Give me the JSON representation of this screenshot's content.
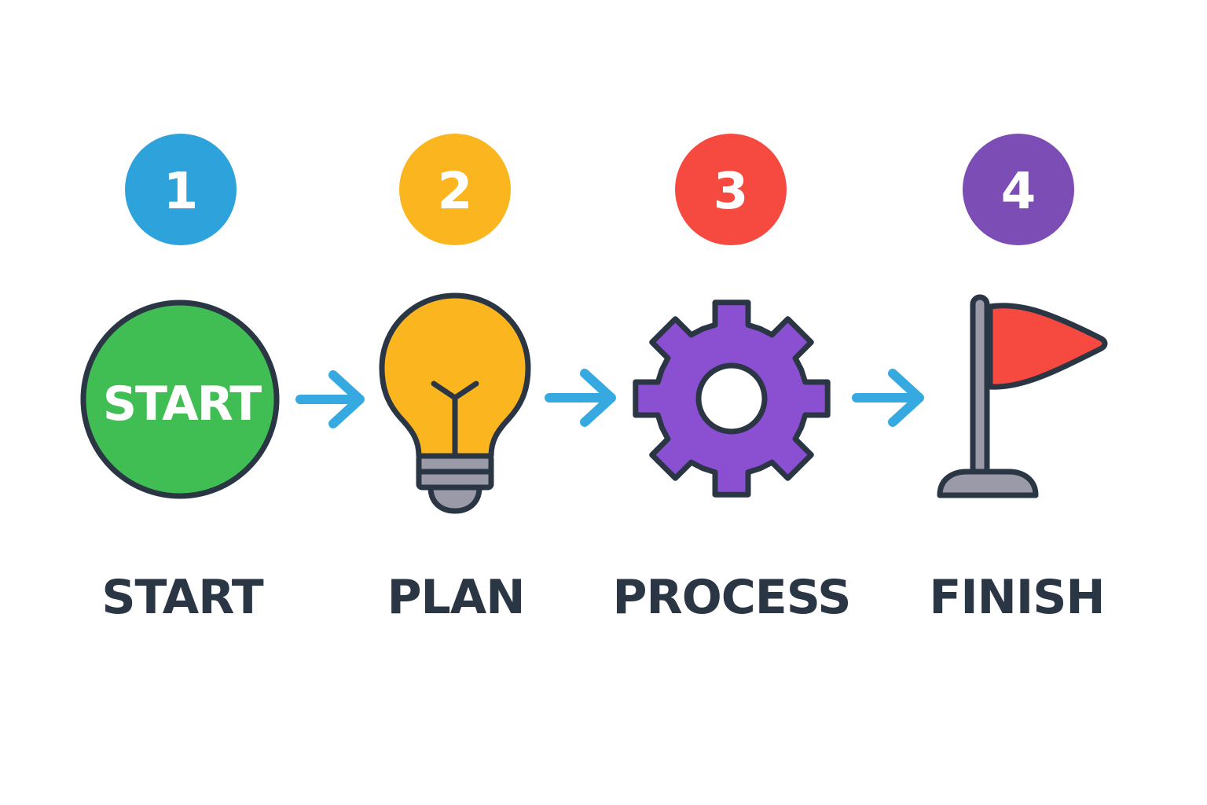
{
  "steps": [
    {
      "number": "1",
      "label": "START",
      "color": "#2EA3DB",
      "icon": "start-button-icon",
      "icon_text": "START"
    },
    {
      "number": "2",
      "label": "PLAN",
      "color": "#FBB61F",
      "icon": "lightbulb-icon"
    },
    {
      "number": "3",
      "label": "PROCESS",
      "color": "#F64A40",
      "icon": "gear-icon"
    },
    {
      "number": "4",
      "label": "FINISH",
      "color": "#7B4DB5",
      "icon": "flag-icon"
    }
  ],
  "colors": {
    "outline": "#2B3645",
    "arrow": "#36A9E1",
    "start": "#41BE53",
    "bulb": "#FBB61F",
    "gear": "#8B4FD1",
    "flag": "#F64A40",
    "metal": "#9A9AA8"
  }
}
